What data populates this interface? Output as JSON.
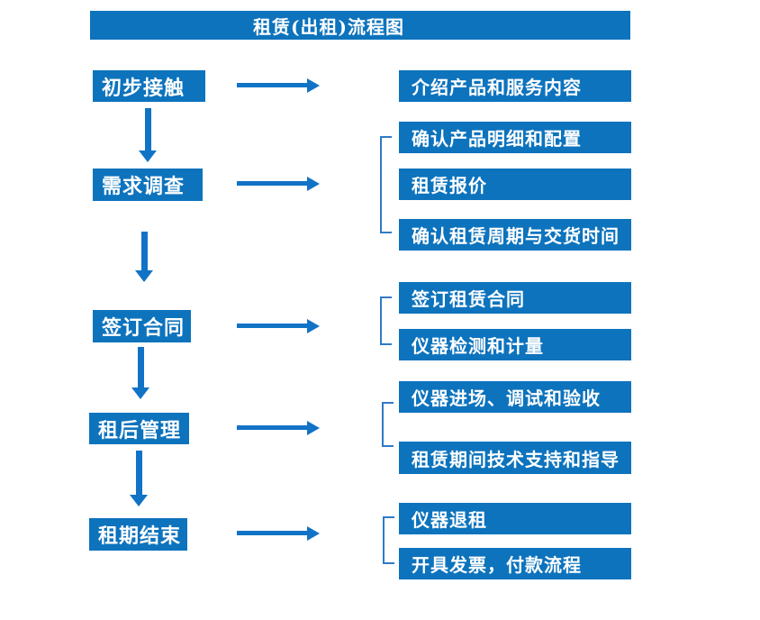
{
  "title": "租赁(出租)流程图",
  "colors": {
    "primary": "#0d73bd",
    "arrow": "#1173c6",
    "bracket": "#2e7bc6",
    "text_on_primary": "#ffffff",
    "background": "#ffffff"
  },
  "stages": [
    {
      "label": "初步接触",
      "details": [
        "介绍产品和服务内容"
      ]
    },
    {
      "label": "需求调查",
      "details": [
        "确认产品明细和配置",
        "租赁报价",
        "确认租赁周期与交货时间"
      ]
    },
    {
      "label": "签订合同",
      "details": [
        "签订租赁合同",
        "仪器检测和计量"
      ]
    },
    {
      "label": "租后管理",
      "details": [
        "仪器进场、调试和验收",
        "租赁期间技术支持和指导"
      ]
    },
    {
      "label": "租期结束",
      "details": [
        "仪器退租",
        "开具发票，付款流程"
      ]
    }
  ]
}
